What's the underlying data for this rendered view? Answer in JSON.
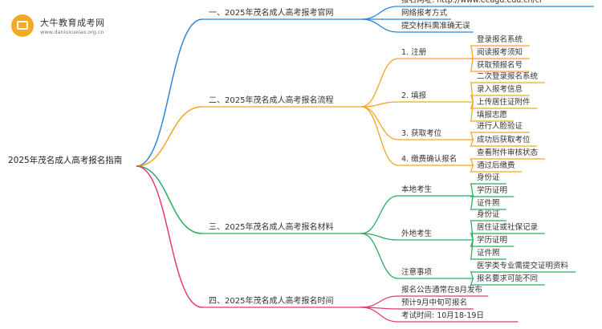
{
  "logo": {
    "name": "大牛教育成考网",
    "url": "www.daniuxueiao.org.cn",
    "icon": "book-badge-icon"
  },
  "colors": {
    "blue": "#2e86de",
    "orange": "#f5a623",
    "green": "#27ae60",
    "pink": "#e8367a"
  },
  "mindmap": {
    "root": "2025年茂名成人高考报名指南",
    "branches": [
      {
        "label": "一、2025年茂名成人高考报考官网",
        "color": "blue",
        "children": [
          {
            "label": "报名网址: http://www.eeagd.edu.cn/cr"
          },
          {
            "label": "网络报考方式"
          },
          {
            "label": "提交材料需准确无误"
          }
        ]
      },
      {
        "label": "二、2025年茂名成人高考报名流程",
        "color": "orange",
        "children": [
          {
            "label": "1. 注册",
            "children": [
              "登录报名系统",
              "阅读报考须知",
              "获取预报名号"
            ]
          },
          {
            "label": "2. 填报",
            "children": [
              "二次登录报名系统",
              "录入报考信息",
              "上传居住证附件",
              "填报志愿"
            ]
          },
          {
            "label": "3. 获取考位",
            "children": [
              "进行人脸验证",
              "成功后获取考位"
            ]
          },
          {
            "label": "4. 缴费确认报名",
            "children": [
              "查看附件审核状态",
              "通过后缴费"
            ]
          }
        ]
      },
      {
        "label": "三、2025年茂名成人高考报名材料",
        "color": "green",
        "children": [
          {
            "label": "本地考生",
            "children": [
              "身份证",
              "学历证明",
              "证件照"
            ]
          },
          {
            "label": "外地考生",
            "children": [
              "身份证",
              "居住证或社保记录",
              "学历证明",
              "证件照"
            ]
          },
          {
            "label": "注意事项",
            "children": [
              "医学类专业需提交证明资料",
              "报名要求可能不同"
            ]
          }
        ]
      },
      {
        "label": "四、2025年茂名成人高考报名时间",
        "color": "pink",
        "children": [
          {
            "label": "报名公告通常在8月发布"
          },
          {
            "label": "预计9月中旬可报名"
          },
          {
            "label": "考试时间: 10月18-19日"
          }
        ]
      }
    ]
  }
}
